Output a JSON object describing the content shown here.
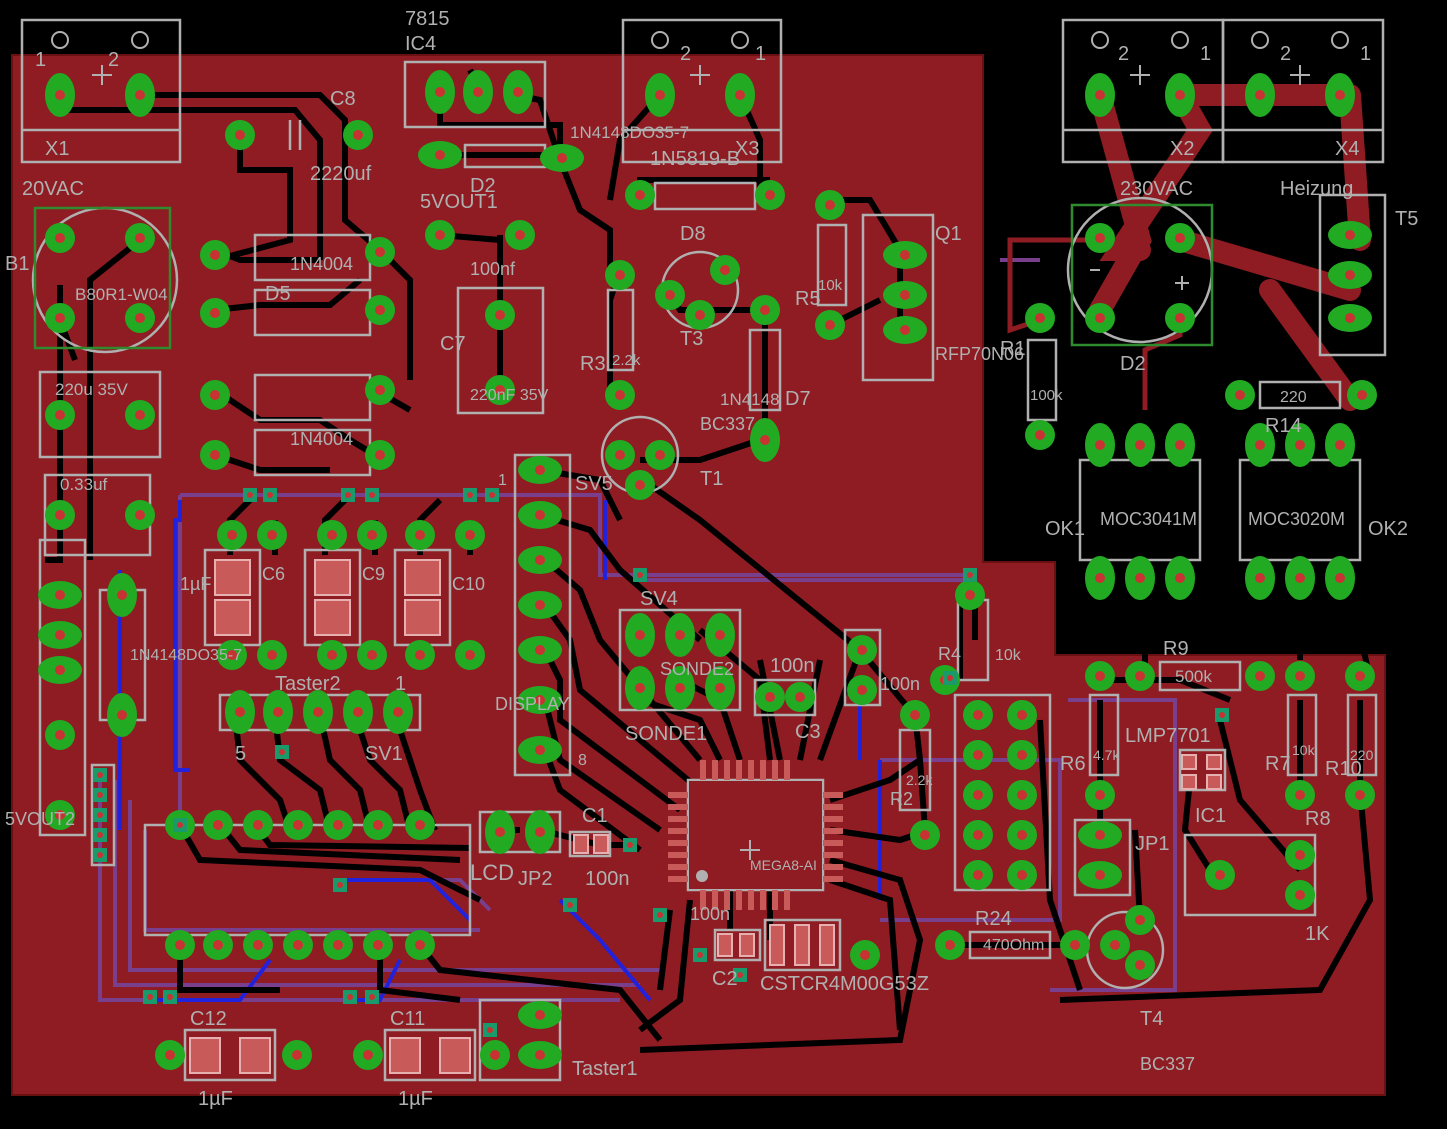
{
  "colors": {
    "background": "#000000",
    "copper_top": "#8b1a1a",
    "copper_fill": "#8e1c22",
    "bottom_trace": "#2222dd",
    "purple_trace": "#7a3f8c",
    "pad": "#22aa22",
    "via": "#1a9a6a",
    "silk": "#b0b0b0",
    "smd_pad": "#c85a5a"
  },
  "labels": {
    "x1": "X1",
    "x1_pin1": "1",
    "x1_pin2": "2",
    "x1_volt": "20VAC",
    "ic4_value": "7815",
    "ic4_name": "IC4",
    "c8": "C8",
    "c8_value": "2220uf",
    "d2_value": "1N4148DO35-7",
    "d2_name": "D2",
    "vout1": "5VOUT1",
    "c7_value": "100nf",
    "c7_name": "C7",
    "c1_elko": "220nF 35V",
    "x3_pin1": "1",
    "x3_pin2": "2",
    "x3": "X3",
    "d8": "1N5819-B",
    "d8_name": "D8",
    "r3": "R3",
    "r3_value": "2.2k",
    "r5": "R5",
    "r5_value": "10k",
    "q1": "Q1",
    "q1_value": "RFP70N06",
    "t3": "BC337",
    "t3_name": "T3",
    "t1": "T1",
    "d7": "D7",
    "d7_value": "1N4148",
    "b1": "B1",
    "b1_value": "B80R1-W04",
    "d5": "D5",
    "d4": "1N4004",
    "d6": "1N4004",
    "c4_value": "220u 35V",
    "c5_value": "0.33uf",
    "x2": "X2",
    "x2_pin1": "1",
    "x2_pin2": "2",
    "x2_volt": "230VAC",
    "x4": "X4",
    "x4_pin1": "1",
    "x4_pin2": "2",
    "heizung": "Heizung",
    "d2b": "D2",
    "r1": "R1",
    "r1_value": "100k",
    "r14": "R14",
    "r14_value": "220",
    "ok1": "OK1",
    "ok1_value": "MOC3041M",
    "ok2": "OK2",
    "ok2_value": "MOC3020M",
    "t5": "T5",
    "sv5": "SV5",
    "display": "DISPLAY",
    "sv4": "SV4",
    "sonde2": "SONDE2",
    "sonde1": "SONDE1",
    "c6": "C6",
    "c9": "C9",
    "c10": "C10",
    "c_1uf": "1µF",
    "taster2": "Taster2",
    "sv1": "SV1",
    "sv1_pin5": "5",
    "sv1_pin1": "1",
    "c3": "C3",
    "c3_value": "100n",
    "c_100n": "100n",
    "r4": "R4",
    "r4_value": "10k",
    "r9": "R9",
    "r9_value": "500k",
    "r6": "R6",
    "r6_value": "4.7k",
    "lmp": "LMP7701",
    "ic1": "IC1",
    "r7": "R7",
    "r7_value": "10k",
    "r10": "R10",
    "r10_value": "220",
    "r8": "R8",
    "r8_value": "1K",
    "jp1": "JP1",
    "r2": "R2",
    "r2_value": "2.2k",
    "c1": "C1",
    "c1_value": "100n",
    "jp2": "JP2",
    "mega": "MEGA8-AI",
    "c2": "C2",
    "c2_100n": "100n",
    "cstcr": "CSTCR4M00G53Z",
    "r24": "R24",
    "r24_value": "470Ohm",
    "t4": "BC337",
    "t4_name": "T4",
    "c12": "C12",
    "c11": "C11",
    "c12_value": "1µF",
    "c11_value": "1µF",
    "taster1": "Taster1",
    "lcd": "LCD",
    "vout2": "5VOUT2",
    "d_left": "1N4148DO35-7",
    "n1": "1",
    "n8": "8"
  }
}
